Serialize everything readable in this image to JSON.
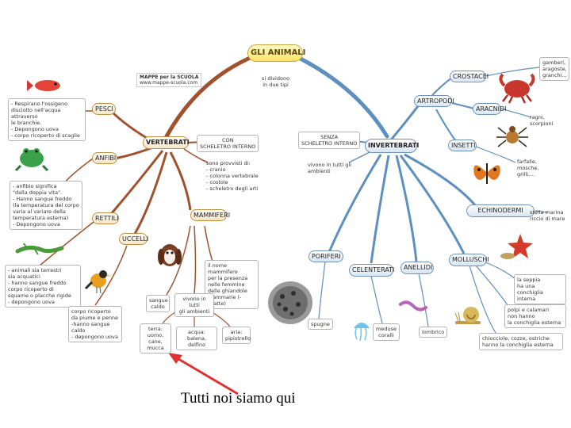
{
  "root": "GLI ANIMALI",
  "credit": {
    "line1": "MAPPE per la SCUOLA",
    "line2": "www.mappe-scuola.com"
  },
  "split_label": "si dividono\nin due tipi",
  "vertebrati": {
    "label": "VERTEBRATI",
    "skeleton": "CON\nSCHELETRO INTERNO",
    "properties": "sono provvisti di:\n- cranio\n- colonna vertebrale\n- costole\n- scheletro degli arti",
    "classes": {
      "pesci": {
        "label": "PESCI",
        "note": "- Respirano l'ossigeno\ndisciolto nell'acqua attraverso\nle branchie.\n- Depongono uova\n- corpo ricoperto di scaglie"
      },
      "anfibi": {
        "label": "ANFIBI",
        "note": "- anfibio significa\n\"dalla doppia vita\".\n- Hanno sangue freddo\n(la temperatura del corpo\nvaria al variare della\ntemperatura esterna)\n- Depongono uova"
      },
      "rettili": {
        "label": "RETTILI",
        "note": "- animali sia terrestri\nsia acquatici\n- hanno sangue freddo\ncorpo ricoperto di\nsquame o placche rigide\n- depongono uova"
      },
      "uccelli": {
        "label": "UCCELLI",
        "note": "corpo ricoperto\nda piume e penne\n-hanno sangue caldo\n- depongono uova"
      },
      "mammiferi": {
        "label": "MAMMIFERI",
        "note": "il nome mammifero\nper la presenza\nnelle femmine\ndelle ghiandole\nmammarie (->latte)",
        "warm": "sangue\ncaldo",
        "everywhere": "vivono in tutti\ngli ambienti",
        "terra": "terra:\nuomo, cane,\nmucca",
        "acqua": "acqua:\nbalena, delfino",
        "aria": "aria:\npipistrello"
      }
    }
  },
  "invertebrati": {
    "label": "INVERTEBRATI",
    "skeleton": "SENZA\nSCHELETRO INTERNO",
    "habitat": "vivono in tutti gli\nambienti",
    "artropodi": {
      "label": "ARTROPODI",
      "crostacei": {
        "label": "CROSTACEI",
        "note": "gamberi,\naragoste,\ngranchi..."
      },
      "aracnidi": {
        "label": "ARACNIDI",
        "note": "ragni,\nscorpioni"
      },
      "insetti": {
        "label": "INSETTI",
        "note": "farfalle,\nmosche,\ngrilli,..."
      }
    },
    "echinodermi": {
      "label": "ECHINODERMI",
      "note": "stella marina\nriccio di mare"
    },
    "poriferi": {
      "label": "PORIFERI",
      "note": "spugne"
    },
    "celenterati": {
      "label": "CELENTERATI",
      "note": "meduse\ncoralli"
    },
    "anellidi": {
      "label": "ANELLIDI",
      "note": "lombrico"
    },
    "molluschi": {
      "label": "MOLLUSCHI",
      "note1": "la seppia\nha una\nconchiglia interna",
      "note2": "polpi e calamari\nnon hanno\nla conchiglia esterna",
      "note3": "chiocciole, cozze, ostriche\nhanno la conchiglia esterna"
    }
  },
  "caption": "Tutti noi siamo qui",
  "colors": {
    "arrow": "#e03030",
    "vert_branch": "#a0522d",
    "inv_branch": "#5d8fc0",
    "root_fill": "#ffe36a"
  }
}
